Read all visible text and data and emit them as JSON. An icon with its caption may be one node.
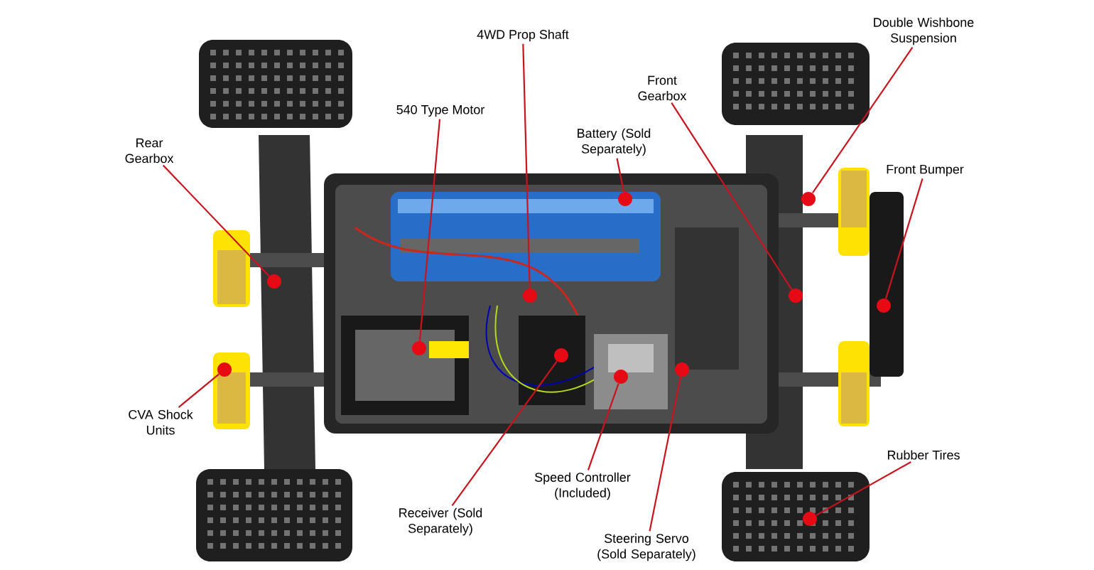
{
  "diagram": {
    "nodes": [
      {
        "text": [
          "4WD Prop Shaft"
        ]
      },
      {
        "text": [
          "Double Wishbone Suspension"
        ]
      },
      {
        "text": [
          "540 Type Motor"
        ]
      },
      {
        "text": [
          "Rear Gearbox"
        ]
      },
      {
        "text": [
          "Battery (Sold Separately)"
        ]
      },
      {
        "text": [
          "Front Gearbox"
        ]
      },
      {
        "text": [
          "Front Bumper"
        ]
      },
      {
        "text": [
          "CVA Shock Units"
        ]
      },
      {
        "text": [
          "Receiver (Sold Separately)"
        ]
      },
      {
        "text": [
          "Speed Controller (Included)"
        ]
      },
      {
        "text": [
          "Steering Servo (Sold Separately)"
        ]
      },
      {
        "text": [
          "Rubber Tires"
        ]
      },
      {
        "text": [],
        "shape": "circle"
      },
      {
        "text": [],
        "shape": "circle"
      },
      {
        "text": [],
        "shape": "circle"
      },
      {
        "text": [],
        "shape": "circle"
      },
      {
        "text": [],
        "shape": "circle"
      },
      {
        "text": [],
        "shape": "circle"
      },
      {
        "text": [],
        "shape": "circle"
      },
      {
        "text": [],
        "shape": "circle"
      },
      {
        "text": [],
        "shape": "circle"
      },
      {
        "text": [],
        "shape": "circle"
      },
      {
        "text": [],
        "shape": "circle"
      },
      {
        "text": [],
        "shape": "circle"
      }
    ],
    "edges": [
      {
        "from": 0,
        "to": 12,
        "arrow": "none"
      },
      {
        "from": 1,
        "to": 13,
        "arrow": "none"
      },
      {
        "from": 2,
        "to": 14,
        "arrow": "none"
      },
      {
        "from": 3,
        "to": 15,
        "arrow": "none"
      },
      {
        "from": 4,
        "to": 16,
        "arrow": "none"
      },
      {
        "from": 5,
        "to": 17,
        "arrow": "none"
      },
      {
        "from": 6,
        "to": 18,
        "arrow": "none"
      },
      {
        "from": 7,
        "to": 19,
        "arrow": "none"
      },
      {
        "from": 8,
        "to": 20,
        "arrow": "none"
      },
      {
        "from": 9,
        "to": 21,
        "arrow": "none"
      },
      {
        "from": 10,
        "to": 22,
        "arrow": "none"
      },
      {
        "from": 11,
        "to": 23,
        "arrow": "none"
      }
    ]
  }
}
